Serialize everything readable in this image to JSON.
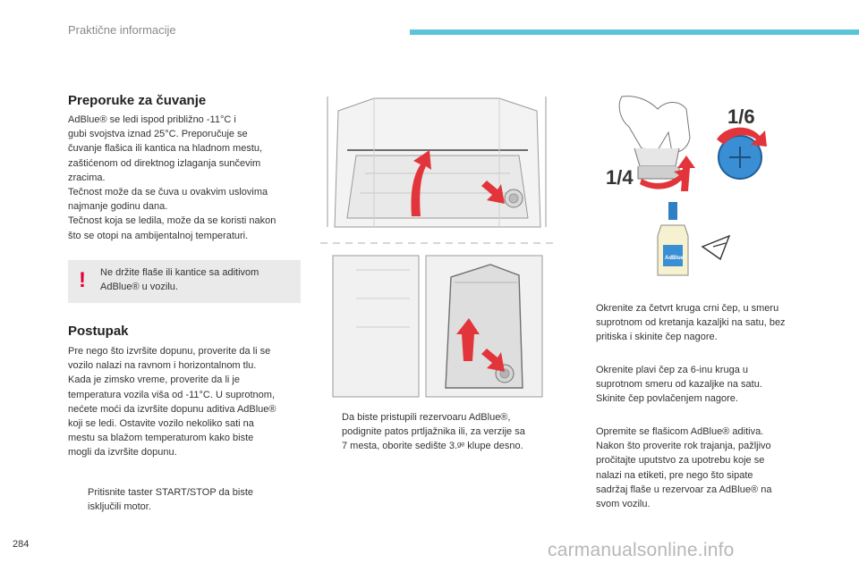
{
  "header": {
    "section": "Praktične informacije",
    "accent_color": "#5bc4d9"
  },
  "storage": {
    "title": "Preporuke za čuvanje",
    "body": [
      "AdBlue® se ledi ispod približno -11°C i",
      "gubi svojstva iznad 25°C. Preporučuje se",
      "čuvanje flašica ili kantica na hladnom mestu,",
      "zaštićenom od direktnog izlaganja sunčevim",
      "zracima.",
      "Tečnost može da se čuva u ovakvim uslovima",
      "najmanje godinu dana.",
      "Tečnost koja se ledila, može da se koristi nakon",
      "što se otopi na ambijentalnoj temperaturi."
    ]
  },
  "warning": {
    "mark": "!",
    "lines": [
      "Ne držite flaše ili kantice sa aditivom",
      "AdBlue® u vozilu."
    ],
    "color": "#e3003a"
  },
  "procedure": {
    "title": "Postupak",
    "body": [
      "Pre nego što izvršite dopunu, proverite da li se",
      "vozilo nalazi na ravnom i horizontalnom tlu.",
      "Kada je zimsko vreme, proverite da li je",
      "temperatura vozila viša od -11°C. U suprotnom,",
      "nećete moći da izvršite dopunu aditiva AdBlue®",
      "koji se ledi. Ostavite vozilo nekoliko sati na",
      "mestu sa blažom temperaturom kako biste",
      "mogli da izvršite dopunu."
    ]
  },
  "bullet_glyph": "",
  "steps": {
    "step1": [
      "Pritisnite taster START/STOP da biste",
      "isključili motor."
    ],
    "step2": [
      "Da biste pristupili rezervoaru AdBlue®,",
      "podignite patos prtljažnika ili, za verzije sa",
      "7 mesta, oborite sedište 3.ᵍᵉ klupe desno."
    ],
    "step3": [
      "Okrenite za četvrt kruga crni čep, u smeru",
      "suprotnom od kretanja kazaljki na satu, bez",
      "pritiska i skinite čep nagore."
    ],
    "step4": [
      "Okrenite plavi čep za 6-inu kruga u",
      "suprotnom smeru od kazaljke na satu."
    ],
    "step5": [
      "Skinite čep povlačenjem nagore."
    ],
    "step6": [
      "Opremite se flašicom AdBlue® aditiva.",
      "Nakon što proverite rok trajanja, pažljivo",
      "pročitajte uputstvo za upotrebu koje se",
      "nalazi na etiketi, pre nego što sipate",
      "sadržaj flaše u rezervoar za AdBlue® na",
      "svom vozilu."
    ]
  },
  "illustration": {
    "label_sixth": "1/6",
    "label_quarter": "1/4",
    "bottle_label": "AdBlue",
    "arrow_color": "#e2353b",
    "cap_color": "#3a8ed3"
  },
  "footer": {
    "page_number": "284",
    "watermark": "carmanualsonline.info"
  }
}
